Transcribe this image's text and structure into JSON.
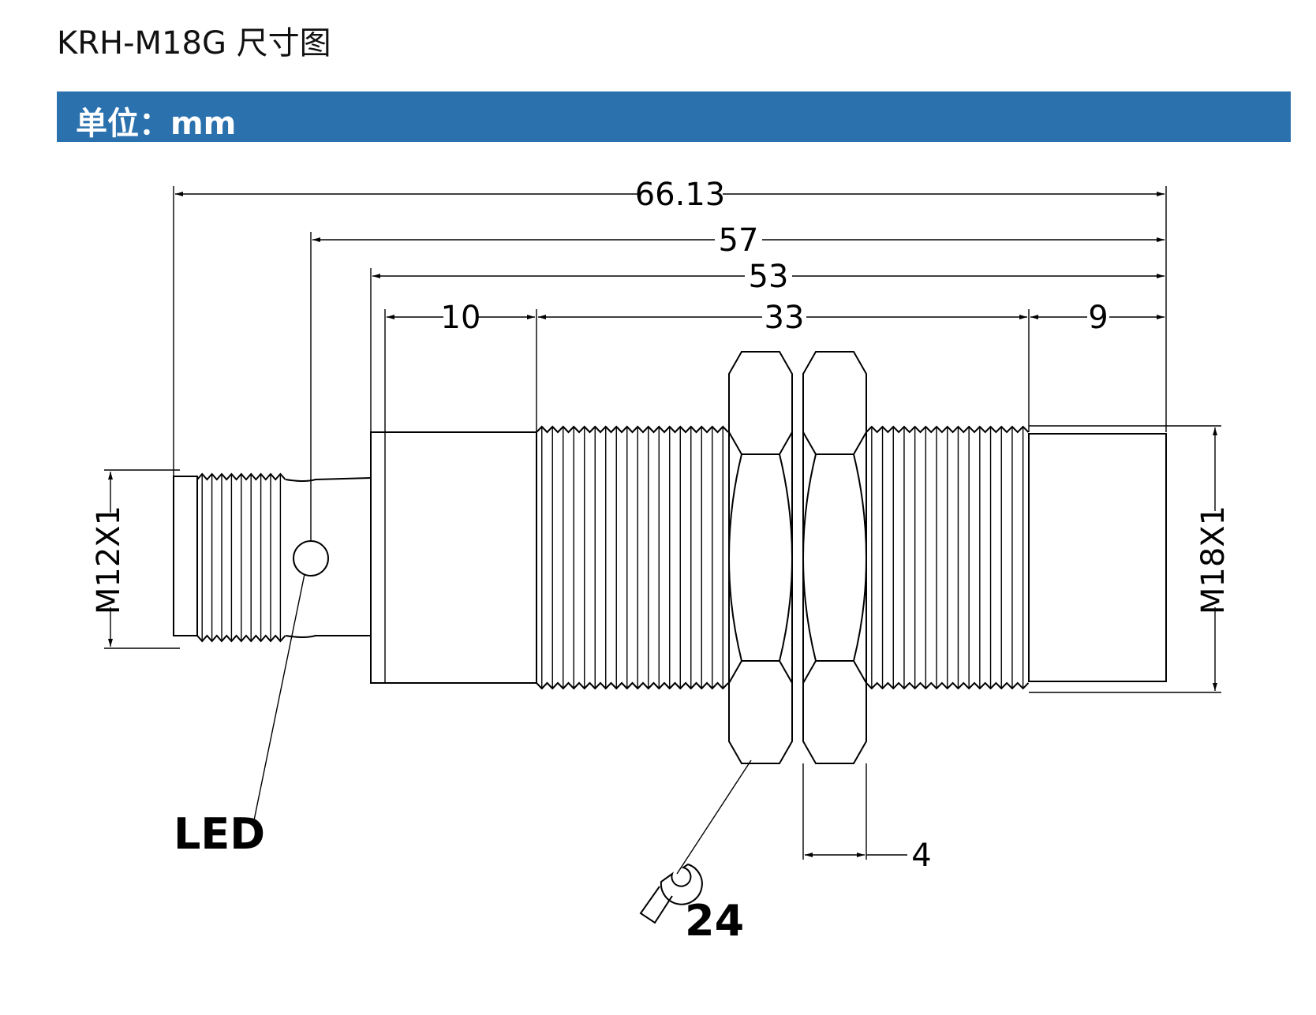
{
  "header": {
    "title": "KRH-M18G 尺寸图",
    "unit": "单位：mm",
    "bar_color": "#2b71ad"
  },
  "dimensions": {
    "overall": "66.13",
    "d57": "57",
    "d53": "53",
    "d10": "10",
    "d33": "33",
    "d9": "9",
    "d4": "4",
    "m12": "M12X1",
    "m18": "M18X1"
  },
  "callouts": {
    "led": "LED",
    "wrench": "24"
  }
}
